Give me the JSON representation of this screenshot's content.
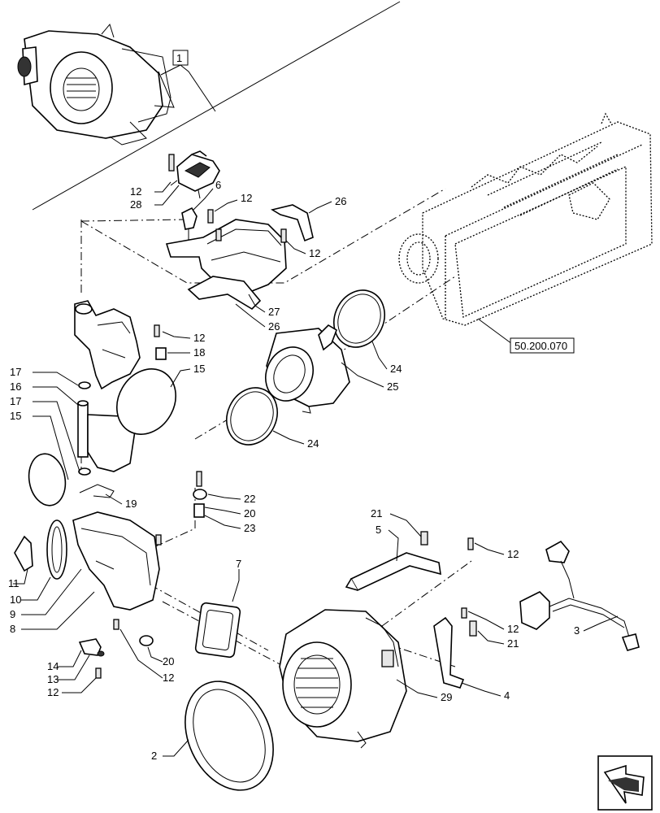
{
  "callouts": {
    "c1": "1",
    "c2": "2",
    "c3": "3",
    "c4": "4",
    "c5": "5",
    "c6": "6",
    "c7": "7",
    "c8": "8",
    "c9": "9",
    "c10": "10",
    "c11": "11",
    "c12a": "12",
    "c12b": "12",
    "c12c": "12",
    "c12d": "12",
    "c12e": "12",
    "c12f": "12",
    "c12g": "12",
    "c12h": "12",
    "c13": "13",
    "c14": "14",
    "c15a": "15",
    "c15b": "15",
    "c16": "16",
    "c17a": "17",
    "c17b": "17",
    "c18": "18",
    "c19": "19",
    "c20a": "20",
    "c20b": "20",
    "c21a": "21",
    "c21b": "21",
    "c22": "22",
    "c23": "23",
    "c24a": "24",
    "c24b": "24",
    "c25": "25",
    "c26a": "26",
    "c26b": "26",
    "c27": "27",
    "c28": "28",
    "c29": "29"
  },
  "reference_box": "50.200.070",
  "nav_icon": "arrow-navigation-icon"
}
